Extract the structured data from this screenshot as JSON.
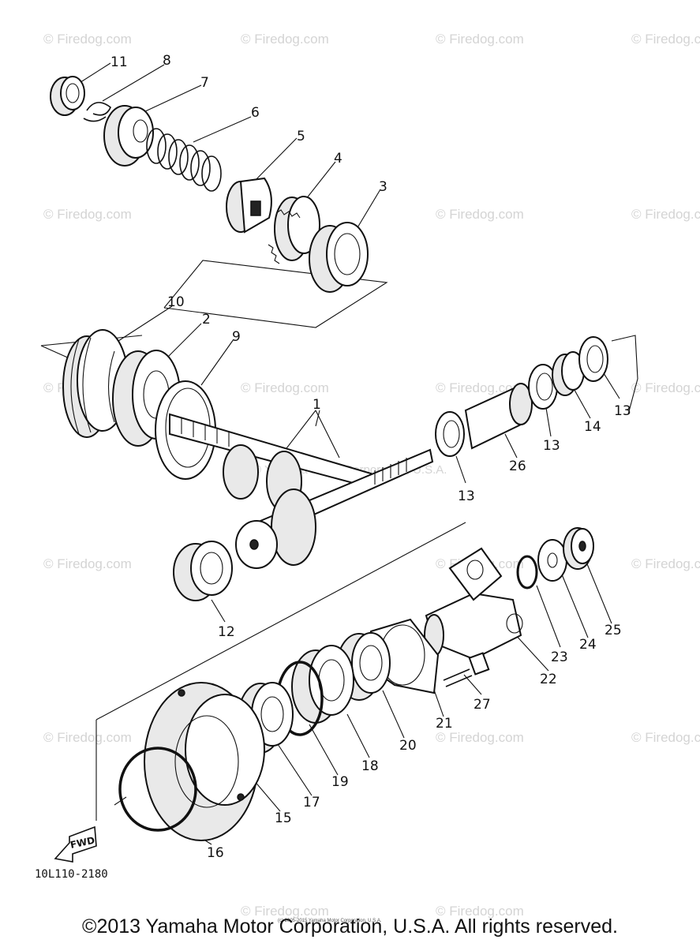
{
  "watermark": "© Firedog.com",
  "faint_text": "© Yamaha Motor Corporation, U.S.A.",
  "tiny_text": "(c) 2005-2015 Yamaha Motor Corporation, U.S.A.",
  "part_number": "10L110-2180",
  "fwd_label": "FWD",
  "copyright": "©2013 Yamaha Motor Corporation, U.S.A. All rights reserved.",
  "callouts": [
    "11",
    "8",
    "7",
    "6",
    "5",
    "4",
    "3",
    "10",
    "2",
    "9",
    "1",
    "13",
    "14",
    "13",
    "13",
    "26",
    "12",
    "23",
    "24",
    "25",
    "22",
    "21",
    "27",
    "20",
    "18",
    "19",
    "17",
    "15",
    "16"
  ]
}
